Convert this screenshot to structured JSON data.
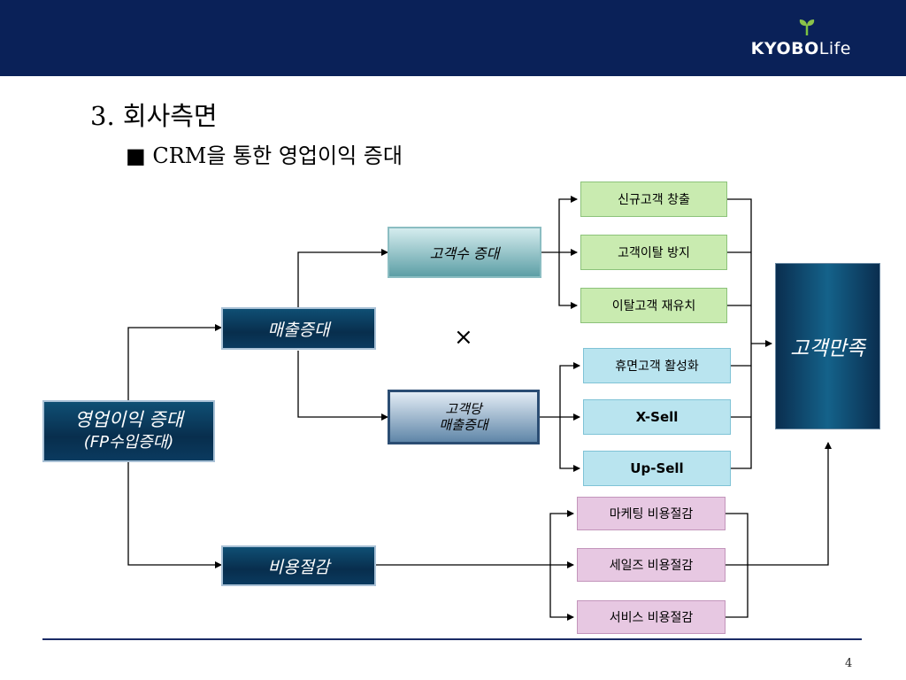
{
  "header": {
    "logo_kyobo": "KYOBO",
    "logo_life": "Life",
    "bg_color": "#0a2158",
    "leaf_icon": "green-leaf-icon"
  },
  "title": "3. 회사측면",
  "subtitle": {
    "bullet": "■",
    "text": "CRM을 통한 영업이익 증대"
  },
  "diagram": {
    "root": {
      "line1": "영업이익 증대",
      "line2": "(FP수입증대)"
    },
    "revenue_increase": "매출증대",
    "cost_reduction": "비용절감",
    "customer_count_increase": "고객수 증대",
    "per_customer_revenue": {
      "line1": "고객당",
      "line2": "매출증대"
    },
    "multiply_symbol": "×",
    "count_items": [
      "신규고객 창출",
      "고객이탈 방지",
      "이탈고객 재유치"
    ],
    "revenue_items": [
      "휴면고객 활성화",
      "X-Sell",
      "Up-Sell"
    ],
    "cost_items": [
      "마케팅 비용절감",
      "세일즈 비용절감",
      "서비스 비용절감"
    ],
    "goal": "고객만족"
  },
  "footer": {
    "page_number": "4"
  }
}
